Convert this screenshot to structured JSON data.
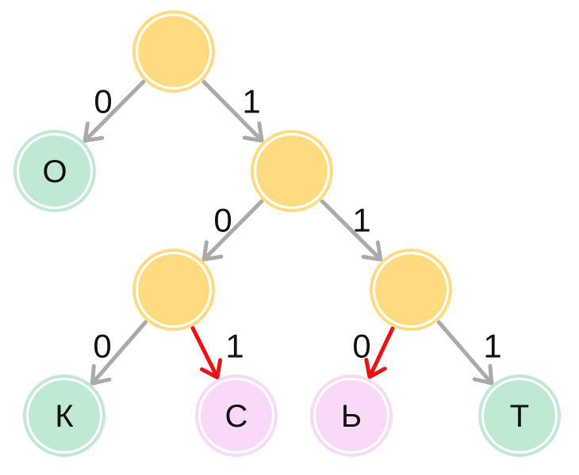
{
  "colors": {
    "internal_fill": "#fedb80",
    "internal_ring": "#fedb80",
    "leaf_green_fill": "#bfe9d3",
    "leaf_pink_fill": "#f9d9f8",
    "edge_gray": "#aaaaaa",
    "edge_highlight": "#ee1111"
  },
  "nodes": [
    {
      "id": "root",
      "kind": "internal",
      "label": ""
    },
    {
      "id": "leaf-o",
      "kind": "leaf-green",
      "label": "О"
    },
    {
      "id": "n1",
      "kind": "internal",
      "label": ""
    },
    {
      "id": "n10",
      "kind": "internal",
      "label": ""
    },
    {
      "id": "n11",
      "kind": "internal",
      "label": ""
    },
    {
      "id": "leaf-k",
      "kind": "leaf-green",
      "label": "К"
    },
    {
      "id": "leaf-s",
      "kind": "leaf-pink",
      "label": "С"
    },
    {
      "id": "leaf-soft",
      "kind": "leaf-pink",
      "label": "Ь"
    },
    {
      "id": "leaf-t",
      "kind": "leaf-green",
      "label": "Т"
    }
  ],
  "edges": [
    {
      "id": "root-o",
      "from": "root",
      "to": "leaf-o",
      "label": "0",
      "highlight": false
    },
    {
      "id": "root-n1",
      "from": "root",
      "to": "n1",
      "label": "1",
      "highlight": false
    },
    {
      "id": "n1-n10",
      "from": "n1",
      "to": "n10",
      "label": "0",
      "highlight": false
    },
    {
      "id": "n1-n11",
      "from": "n1",
      "to": "n11",
      "label": "1",
      "highlight": false
    },
    {
      "id": "n10-k",
      "from": "n10",
      "to": "leaf-k",
      "label": "0",
      "highlight": false
    },
    {
      "id": "n10-s",
      "from": "n10",
      "to": "leaf-s",
      "label": "1",
      "highlight": true
    },
    {
      "id": "n11-soft",
      "from": "n11",
      "to": "leaf-soft",
      "label": "0",
      "highlight": true
    },
    {
      "id": "n11-t",
      "from": "n11",
      "to": "leaf-t",
      "label": "1",
      "highlight": false
    }
  ]
}
